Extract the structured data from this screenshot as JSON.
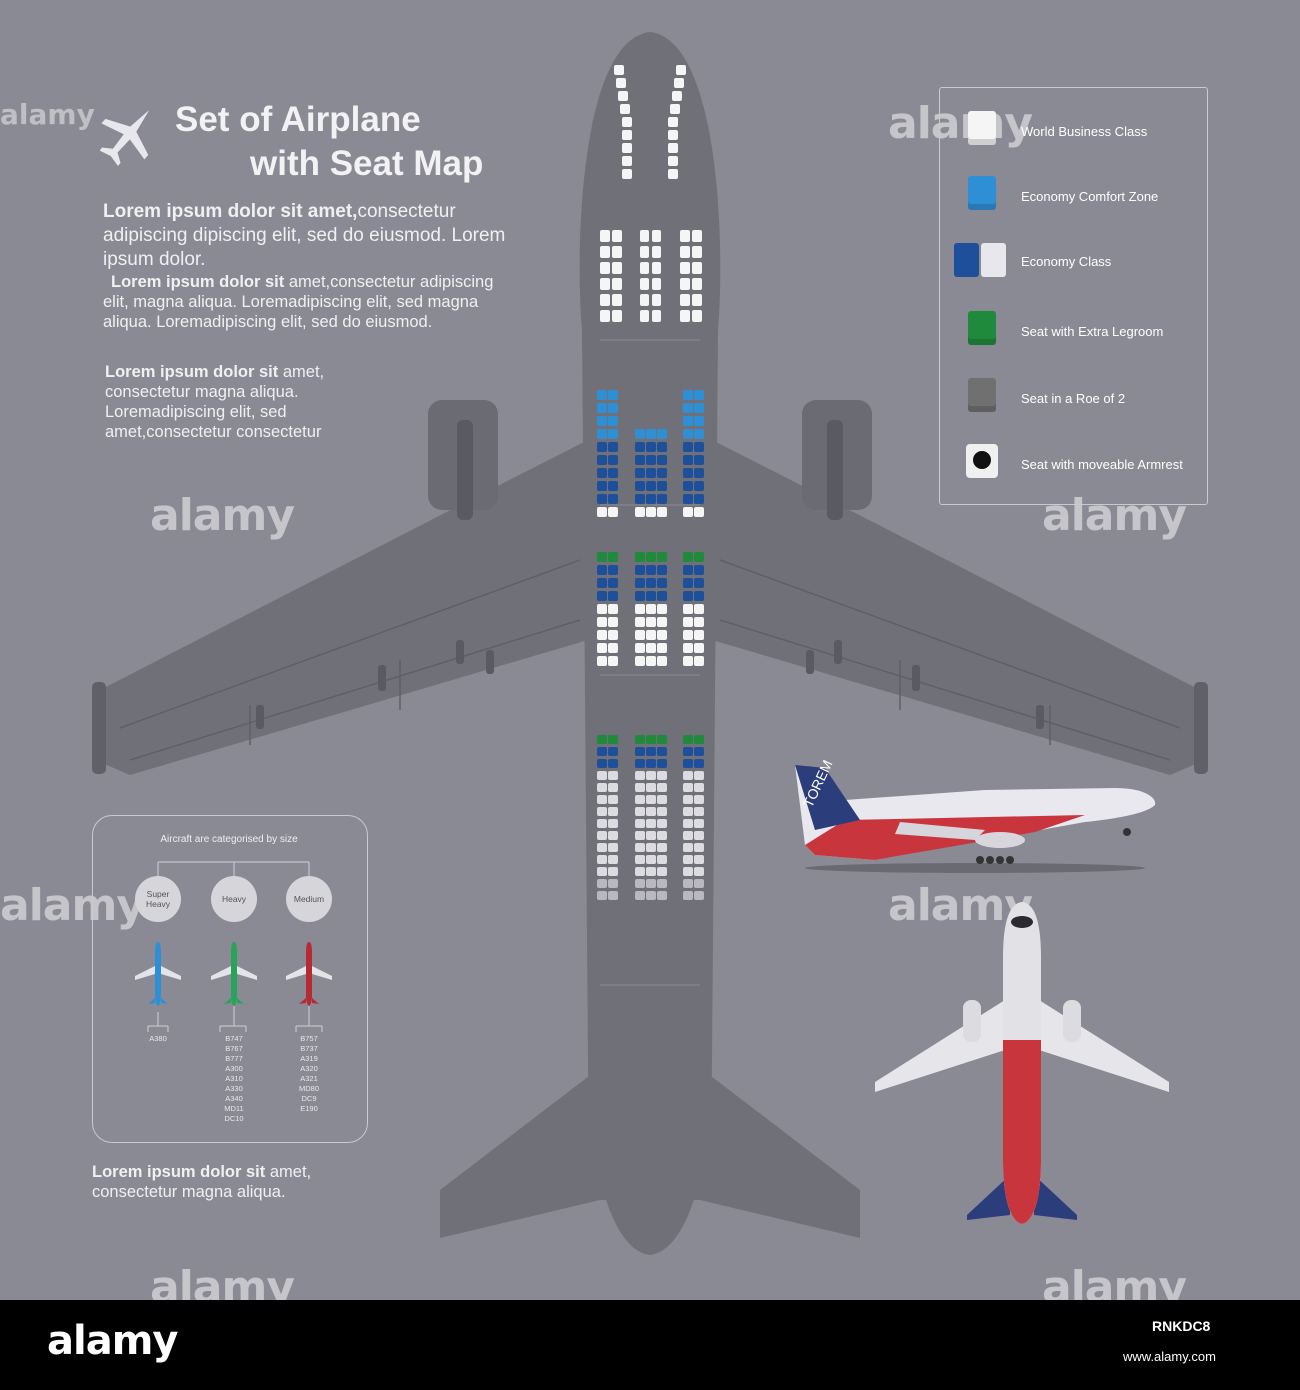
{
  "title": {
    "line1": "Set of Airplane",
    "line2": "with Seat Map"
  },
  "paragraphs": {
    "p1_bold": "Lorem ipsum dolor sit amet,",
    "p1_rest": "consectetur adipiscing dipiscing elit, sed do eiusmod. Lorem ipsum dolor.",
    "p2_bold": "Lorem ipsum dolor sit",
    "p2_rest": " amet,consectetur adipiscing elit, magna aliqua. Loremadipiscing elit, sed magna aliqua. Loremadipiscing elit, sed do eiusmod.",
    "p3_bold": "Lorem ipsum dolor sit",
    "p3_rest": " amet, consectetur magna aliqua. Loremadipiscing elit, sed amet,consectetur consectetur",
    "p4_bold": "Lorem ipsum dolor sit",
    "p4_rest": " amet, consectetur  magna aliqua."
  },
  "legend": [
    {
      "label": "World Business Class",
      "color": "#f5f5f5"
    },
    {
      "label": "Economy Comfort Zone",
      "color": "#2f8fd6"
    },
    {
      "label": "Economy Class",
      "color": "#1e4f9a"
    },
    {
      "label": "Seat with Extra Legroom",
      "color": "#1f8a3c"
    },
    {
      "label": "Seat in a Roe of 2",
      "color": "#707070"
    },
    {
      "label": "Seat with moveable Armrest",
      "color": "#f0f0f0"
    }
  ],
  "size_chart": {
    "heading": "Aircraft are categorised by size",
    "categories": [
      {
        "name": "Super Heavy",
        "models": [
          "A380"
        ],
        "color": "#2f8fd6"
      },
      {
        "name": "Heavy",
        "models": [
          "B747",
          "B767",
          "B777",
          "A300",
          "A310",
          "A330",
          "A340",
          "MD11",
          "DC10"
        ],
        "color": "#2aa35a"
      },
      {
        "name": "Medium",
        "models": [
          "B757",
          "B737",
          "A319",
          "A320",
          "A321",
          "MD80",
          "DC9",
          "E190"
        ],
        "color": "#b52a35"
      }
    ]
  },
  "plane_livery_text": "TOREM",
  "watermark": "alamy",
  "footer": {
    "logo": "alamy",
    "image_id": "RNKDC8",
    "url": "www.alamy.com"
  }
}
